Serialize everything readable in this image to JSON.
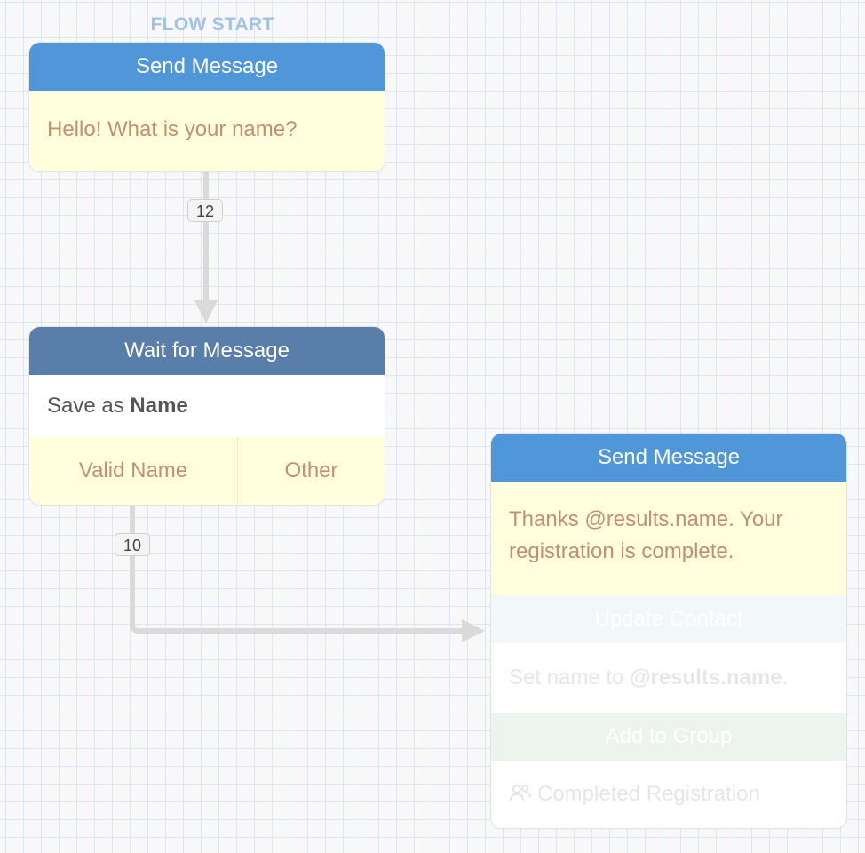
{
  "flow_start_label": "FLOW START",
  "nodes": {
    "start": {
      "header": "Send Message",
      "message": "Hello! What is your name?"
    },
    "wait": {
      "header": "Wait for Message",
      "save_prefix": "Save as",
      "save_name": "Name",
      "exits": [
        "Valid Name",
        "Other"
      ]
    },
    "thanks": {
      "header": "Send Message",
      "message": "Thanks @results.name. Your registration is complete.",
      "update_header": "Update Contact",
      "update_prefix": "Set name to",
      "update_value": "@results.name",
      "update_suffix": ".",
      "group_header": "Add to Group",
      "group_name": "Completed Registration"
    }
  },
  "wire_counts": {
    "start_to_wait": "12",
    "valid_name_to_thanks": "10"
  },
  "colors": {
    "send_header": "#4f97d8",
    "wait_header": "#597ea9",
    "message_bg": "#ffffde",
    "message_text": "#c58e72",
    "flow_start": "#9fc3e6"
  },
  "icons": {
    "group": "group-icon"
  }
}
